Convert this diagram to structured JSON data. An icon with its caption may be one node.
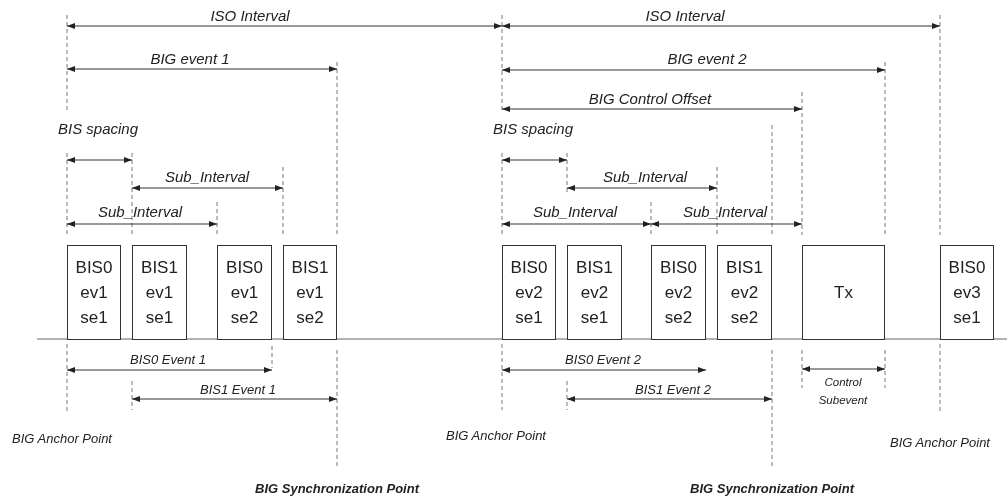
{
  "diagram": {
    "nodes": [
      {
        "text": [
          "BIS0 ev1 se1"
        ]
      },
      {
        "text": [
          "BIS1 ev1 se1"
        ]
      },
      {
        "text": [
          "BIS0 ev1 se2"
        ]
      },
      {
        "text": [
          "BIS1 ev1 se2"
        ]
      },
      {
        "text": [
          "BIS0 ev2 se1"
        ]
      },
      {
        "text": [
          "BIS1 ev2 se1"
        ]
      },
      {
        "text": [
          "BIS0 ev2 se2"
        ]
      },
      {
        "text": [
          "BIS1 ev2 se2"
        ]
      },
      {
        "text": [
          "Tx"
        ]
      },
      {
        "text": [
          "BIS0 ev3 se1"
        ]
      }
    ],
    "labels": [
      "ISO Interval",
      "ISO Interval",
      "BIG event 1",
      "BIG event 2",
      "BIG Control Offset",
      "BIS spacing",
      "BIS spacing",
      "Sub_Interval",
      "Sub_Interval",
      "Sub_Interval",
      "Sub_Interval",
      "Sub_Interval",
      "BIS0 Event 1",
      "BIS0 Event 2",
      "Control Subevent",
      "BIS1 Event 1",
      "BIS1 Event 2",
      "BIG Anchor Point",
      "BIG Anchor Point",
      "BIG Anchor Point",
      "BIG Synchronization Point",
      "BIG Synchronization Point"
    ]
  }
}
